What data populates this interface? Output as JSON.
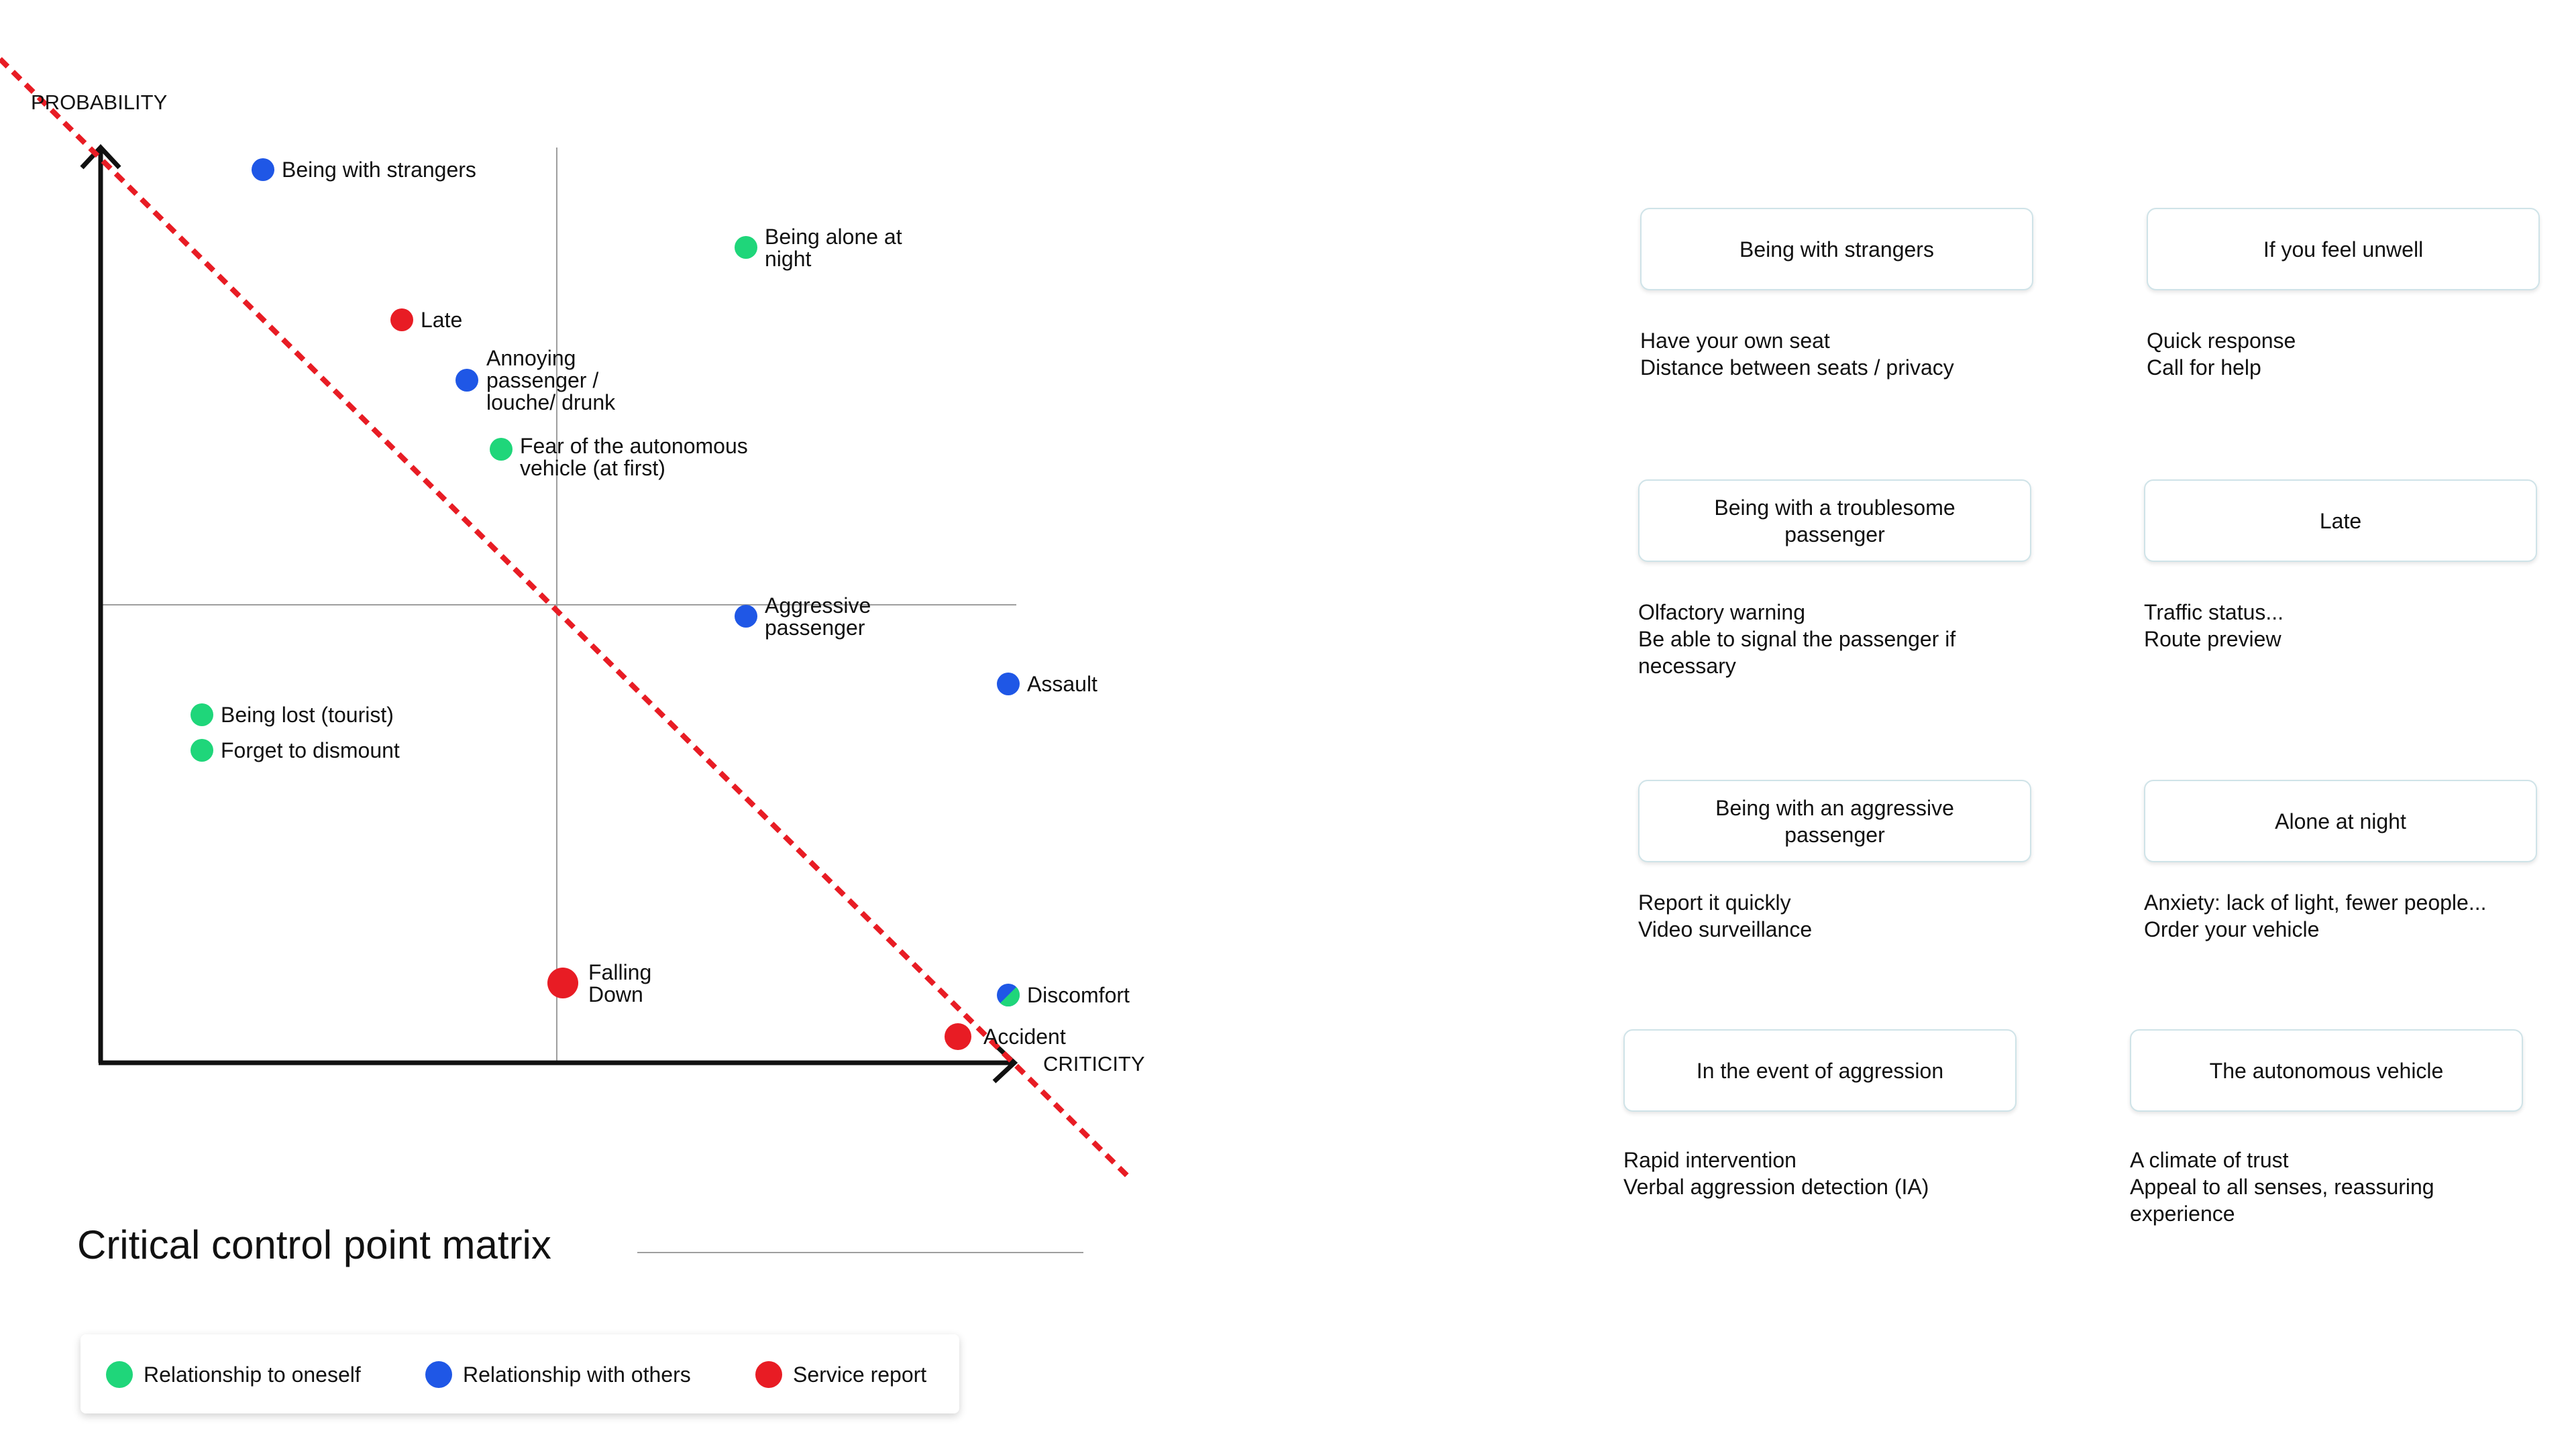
{
  "diagram": {
    "title": "Critical control point matrix",
    "axes": {
      "y_label": "PROBABILITY",
      "x_label": "CRITICITY"
    },
    "colors": {
      "oneself": "#1fd67a",
      "others": "#1f57e6",
      "service": "#e81c24",
      "threshold_line": "#e81c24",
      "axis": "#111111"
    },
    "points": [
      {
        "label_lines": [
          "Being with strangers"
        ],
        "category": "others"
      },
      {
        "label_lines": [
          "Being alone at",
          "night"
        ],
        "category": "oneself"
      },
      {
        "label_lines": [
          "Late"
        ],
        "category": "service"
      },
      {
        "label_lines": [
          "Annoying",
          "passenger /",
          "louche/ drunk"
        ],
        "category": "others"
      },
      {
        "label_lines": [
          "Fear of the autonomous",
          "vehicle (at first)"
        ],
        "category": "oneself"
      },
      {
        "label_lines": [
          "Aggressive",
          "passenger"
        ],
        "category": "others"
      },
      {
        "label_lines": [
          "Assault"
        ],
        "category": "others"
      },
      {
        "label_lines": [
          "Being lost (tourist)"
        ],
        "category": "oneself"
      },
      {
        "label_lines": [
          "Forget to dismount"
        ],
        "category": "oneself"
      },
      {
        "label_lines": [
          "Falling",
          "Down"
        ],
        "category": "service"
      },
      {
        "label_lines": [
          "Discomfort"
        ],
        "category": "mixed"
      },
      {
        "label_lines": [
          "Accident"
        ],
        "category": "service"
      }
    ],
    "legend": [
      {
        "label": "Relationship to oneself",
        "color": "#1fd67a"
      },
      {
        "label": "Relationship with others",
        "color": "#1f57e6"
      },
      {
        "label": "Service report",
        "color": "#e81c24"
      }
    ]
  },
  "cards": [
    {
      "title": "Being with strangers",
      "lines": [
        "Have your own seat",
        "Distance between seats / privacy"
      ]
    },
    {
      "title": "If you feel unwell",
      "lines": [
        "Quick response",
        "Call for help"
      ]
    },
    {
      "title": "Being with a troublesome passenger",
      "lines": [
        "Olfactory warning",
        "Be able to signal the passenger if",
        "necessary"
      ]
    },
    {
      "title": "Late",
      "lines": [
        "Traffic status...",
        "Route preview"
      ]
    },
    {
      "title": "Being with an aggressive passenger",
      "lines": [
        "Report it quickly",
        "Video surveillance"
      ]
    },
    {
      "title": "Alone at night",
      "lines": [
        "Anxiety: lack of light, fewer people...",
        "Order your vehicle"
      ]
    },
    {
      "title": "In the event of aggression",
      "lines": [
        "Rapid intervention",
        "Verbal aggression detection (IA)"
      ]
    },
    {
      "title": "The autonomous vehicle",
      "lines": [
        "A climate of trust",
        "Appeal to all senses, reassuring",
        "experience"
      ]
    }
  ]
}
